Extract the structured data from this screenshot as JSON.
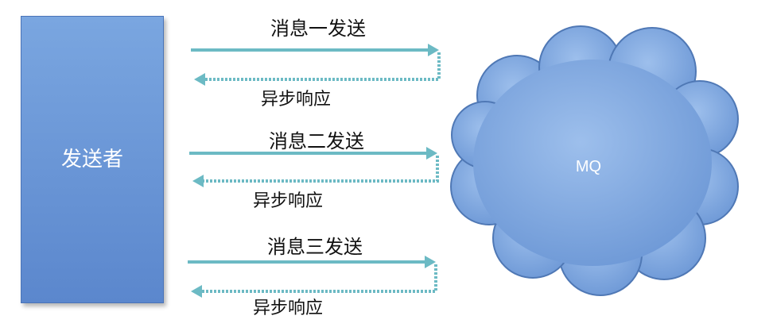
{
  "diagram": {
    "sender": {
      "label": "发送者"
    },
    "mq": {
      "label": "MQ"
    },
    "messages": [
      {
        "send_label": "消息一发送",
        "response_label": "异步响应"
      },
      {
        "send_label": "消息二发送",
        "response_label": "异步响应"
      },
      {
        "send_label": "消息三发送",
        "response_label": "异步响应"
      }
    ],
    "colors": {
      "sender_fill": "#6b97d8",
      "cloud_fill": "#7ea8e0",
      "arrow": "#6cbac4"
    }
  }
}
